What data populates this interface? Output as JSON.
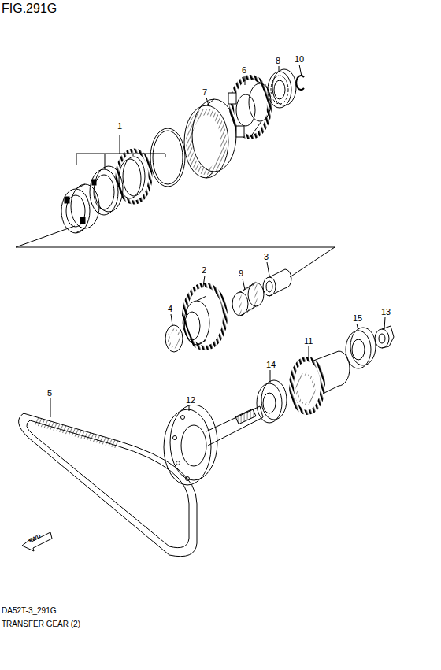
{
  "diagram": {
    "title": "FIG.291G",
    "caption": "TRANSFER GEAR (2)",
    "labels": [
      "1",
      "6",
      "8",
      "10",
      "7",
      "2",
      "9",
      "3",
      "4",
      "11",
      "15",
      "13",
      "14",
      "12",
      "5",
      "FWD",
      "DA52T-3_291G"
    ]
  }
}
